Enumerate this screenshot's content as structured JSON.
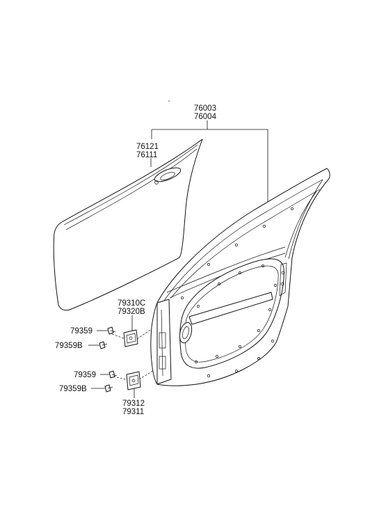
{
  "diagram": {
    "labels": {
      "door_assy_upper": "76003",
      "door_assy_lower": "76004",
      "outer_panel_upper": "76121",
      "outer_panel_lower": "76111",
      "upper_hinge_upper": "79310C",
      "upper_hinge_lower": "79320B",
      "bolt_upper_1": "79359",
      "bolt_upper_2": "79359B",
      "bolt_lower_1": "79359",
      "bolt_lower_2": "79359B",
      "lower_hinge_upper": "79312",
      "lower_hinge_lower": "79311"
    }
  }
}
